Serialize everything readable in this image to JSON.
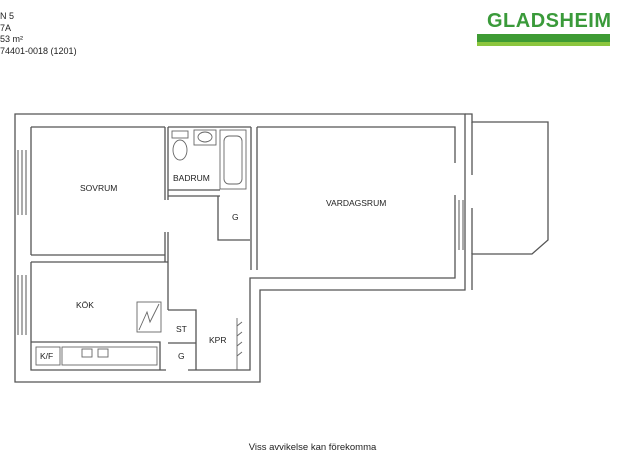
{
  "info": {
    "lines": [
      "N 5",
      "7A",
      "53 m²",
      "74401-0018 (1201)"
    ]
  },
  "logo": {
    "text": "GLADSHEIM",
    "text_color": "#3a9a3a",
    "bar_color": "#3e9b34",
    "bar_light_color": "#8cc63e"
  },
  "rooms": {
    "sovrum": "SOVRUM",
    "badrum": "BADRUM",
    "vardagsrum": "VARDAGSRUM",
    "kok": "KÖK",
    "kf": "K/F",
    "st": "ST",
    "g_bath": "G",
    "g_hall": "G",
    "kpr": "KPR"
  },
  "footer": "Viss avvikelse kan förekomma",
  "colors": {
    "wall": "#555555",
    "fixture": "#666666"
  }
}
